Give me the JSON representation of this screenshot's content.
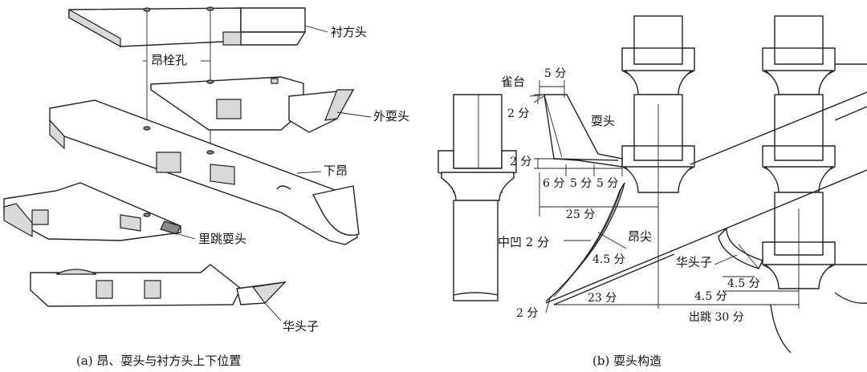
{
  "panel_a": {
    "labels": {
      "chenfangtou": "衬方头",
      "angshuan_kong": "昂栓孔",
      "wai_shuatou": "外耍头",
      "xia_ang": "下昂",
      "li_tiao_shuatou": "里跳耍头",
      "hua_touzi": "华头子"
    },
    "caption": "(a) 昂、耍头与衬方头上下位置"
  },
  "panel_b": {
    "labels": {
      "que_tai": "雀台",
      "shuatou": "耍头",
      "zhong_ao": "中凹 2 分",
      "ang_jian": "昂尖",
      "hua_touzi": "华头子"
    },
    "dimensions": {
      "d_5fen_top": "5 分",
      "d_2fen_a": "2 分",
      "d_2fen_b": "2 分",
      "d_6fen": "6 分",
      "d_5fen_1": "5 分",
      "d_5fen_2": "5 分",
      "d_25fen": "25 分",
      "d_45fen_a": "4.5 分",
      "d_2fen_c": "2 分",
      "d_23fen": "23 分",
      "d_45fen_b": "4.5 分",
      "d_45fen_c": "4.5 分",
      "d_chutiao": "出跳 30 分"
    },
    "caption": "(b) 耍头构造"
  }
}
